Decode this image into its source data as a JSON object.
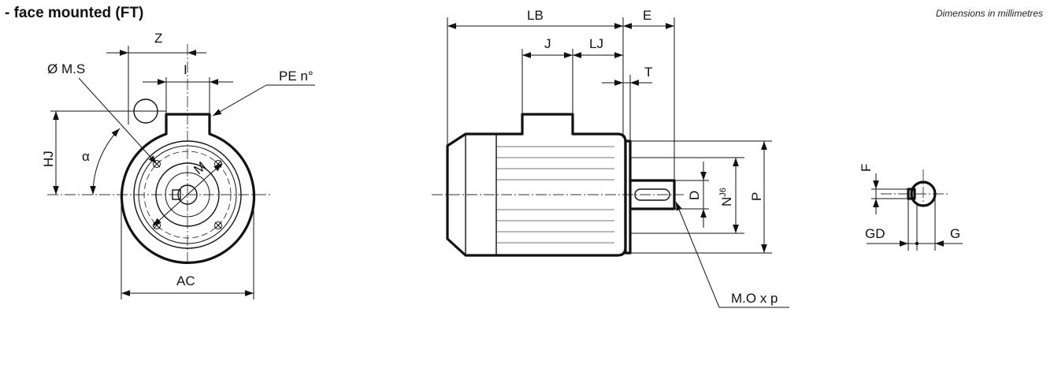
{
  "header": {
    "title": "- face mounted (FT)",
    "note": "Dimensions in millimetres"
  },
  "front_view": {
    "labels": {
      "z": "Z",
      "i": "I",
      "ms": "Ø M.S",
      "pe": "PE n°",
      "hj": "HJ",
      "alpha": "α",
      "m": "M",
      "ac": "AC"
    }
  },
  "side_view": {
    "labels": {
      "lb": "LB",
      "e": "E",
      "j": "J",
      "lj": "LJ",
      "t": "T",
      "d": "D",
      "n": "N",
      "n_sup": "J6",
      "p": "P",
      "mo": "M.O x p"
    }
  },
  "shaft_view": {
    "labels": {
      "f": "F",
      "gd": "GD",
      "g": "G"
    }
  }
}
